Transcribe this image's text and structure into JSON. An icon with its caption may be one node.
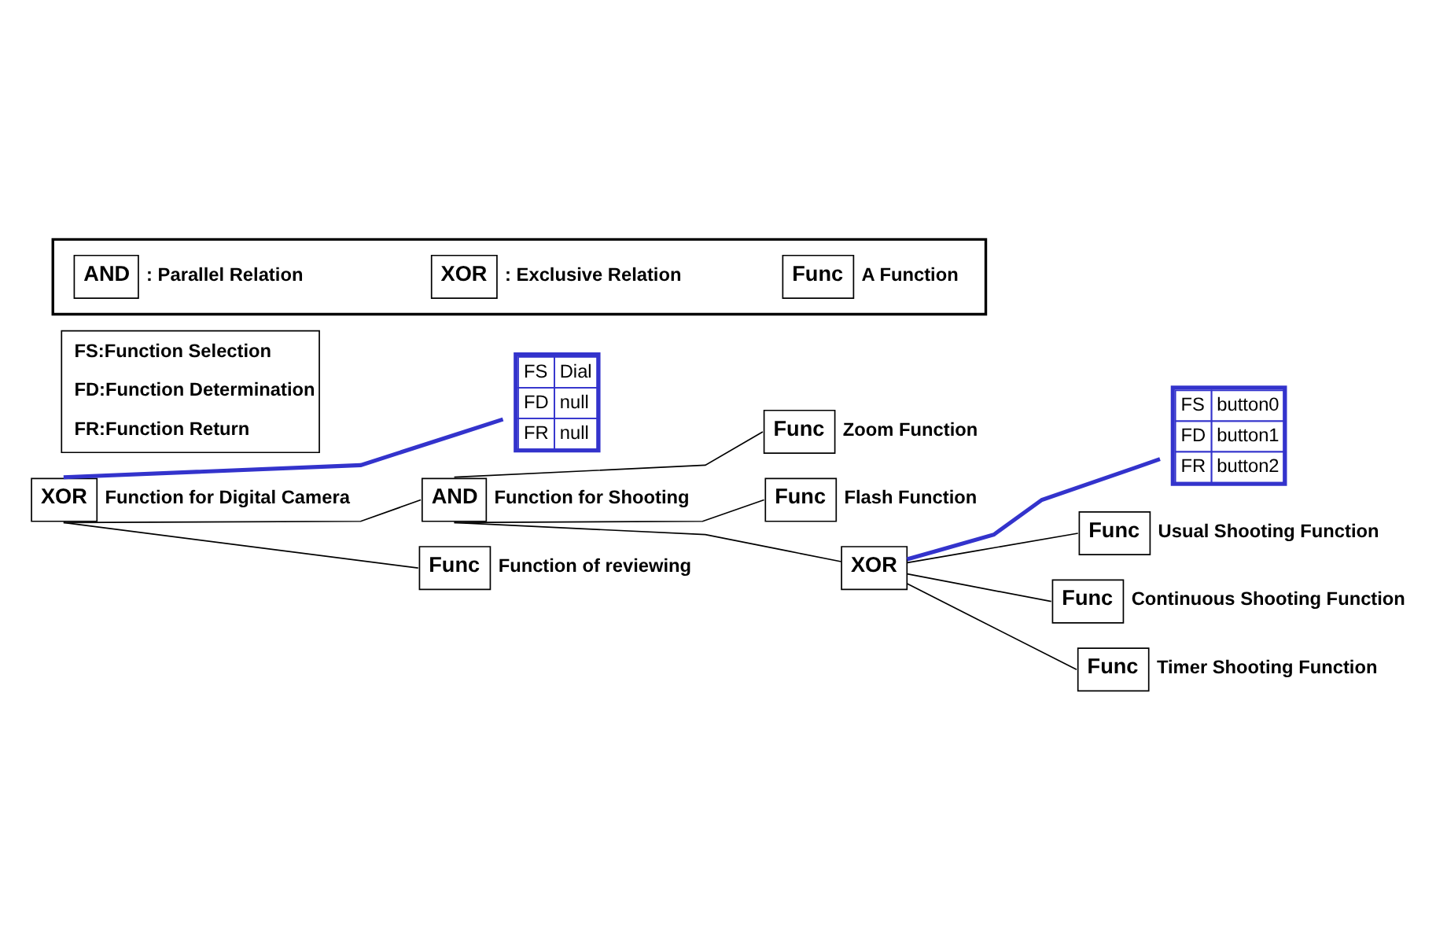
{
  "diagram": {
    "nodes": [
      {
        "text": [
          "XOR"
        ],
        "beside": [
          "Function for Digital Camera"
        ]
      },
      {
        "text": [
          "FS",
          "Dial",
          "FD",
          "null",
          "FR",
          "null"
        ]
      },
      {
        "text": [
          "FS:Function Selection",
          "FD:Function Determination",
          "FR:Function Return"
        ]
      },
      {
        "text": [
          "AND"
        ],
        "beside": [
          "Function for Shooting"
        ]
      },
      {
        "text": [
          "Func"
        ],
        "beside": [
          "Zoom Function"
        ]
      },
      {
        "text": [
          "Func"
        ],
        "beside": [
          "Flash Function"
        ]
      },
      {
        "text": [
          "XOR"
        ]
      },
      {
        "text": [
          "FS",
          "button0",
          "FD",
          "button1",
          "FR",
          "button2"
        ]
      },
      {
        "text": [
          "Func"
        ],
        "beside": [
          "Usual Shooting Function"
        ]
      },
      {
        "text": [
          "Func"
        ],
        "beside": [
          "Continuous Shooting Function"
        ]
      },
      {
        "text": [
          "Func"
        ],
        "beside": [
          "Timer Shooting Function"
        ]
      },
      {
        "text": [
          "Func"
        ],
        "beside": [
          "Function of reviewing"
        ]
      },
      {
        "text": [],
        "shape": "box"
      },
      {
        "text": [
          "AND"
        ],
        "beside": [
          ": Parallel Relation"
        ],
        "in": 12
      },
      {
        "text": [
          "XOR"
        ],
        "beside": [
          ": Exclusive Relation"
        ],
        "in": 12
      },
      {
        "text": [
          "Func"
        ],
        "beside": [
          "A Function"
        ],
        "in": 12
      }
    ],
    "edges": [
      {
        "from": 0,
        "to": 1,
        "arrow": "none",
        "color": "#3333cc",
        "style": "thick"
      },
      {
        "from": 0,
        "to": 3,
        "arrow": "none"
      },
      {
        "from": 3,
        "to": 4,
        "arrow": "none"
      },
      {
        "from": 3,
        "to": 5,
        "arrow": "none"
      },
      {
        "from": 3,
        "to": 6,
        "arrow": "none"
      },
      {
        "from": 6,
        "to": 7,
        "arrow": "none",
        "color": "#3333cc",
        "style": "thick"
      },
      {
        "from": 6,
        "to": 8,
        "arrow": "none"
      },
      {
        "from": 6,
        "to": 9,
        "arrow": "none"
      },
      {
        "from": 6,
        "to": 10,
        "arrow": "none"
      },
      {
        "from": 0,
        "to": 11,
        "arrow": "none"
      }
    ]
  }
}
